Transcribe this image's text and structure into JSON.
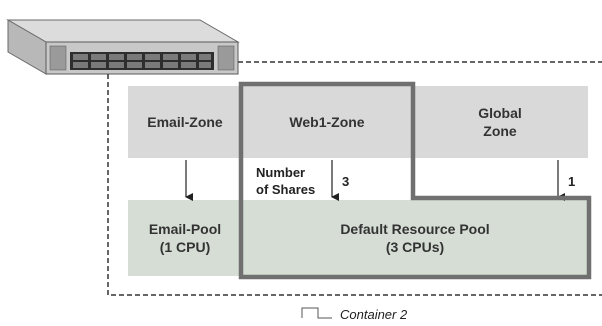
{
  "zones": {
    "email": "Email-Zone",
    "web1": "Web1-Zone",
    "global": "Global\nZone"
  },
  "pools": {
    "email": "Email-Pool\n(1 CPU)",
    "default": "Default Resource Pool\n(3 CPUs)"
  },
  "shares_label": "Number\nof Shares",
  "web1_shares": "3",
  "global_shares": "1",
  "legend": {
    "container": "Container 2"
  },
  "icons": {
    "server": "server-icon",
    "container": "container-legend-icon"
  },
  "colors": {
    "zone_fill": "#d9d9d9",
    "pool_fill": "#d5ddd5",
    "outline": "#707070"
  }
}
